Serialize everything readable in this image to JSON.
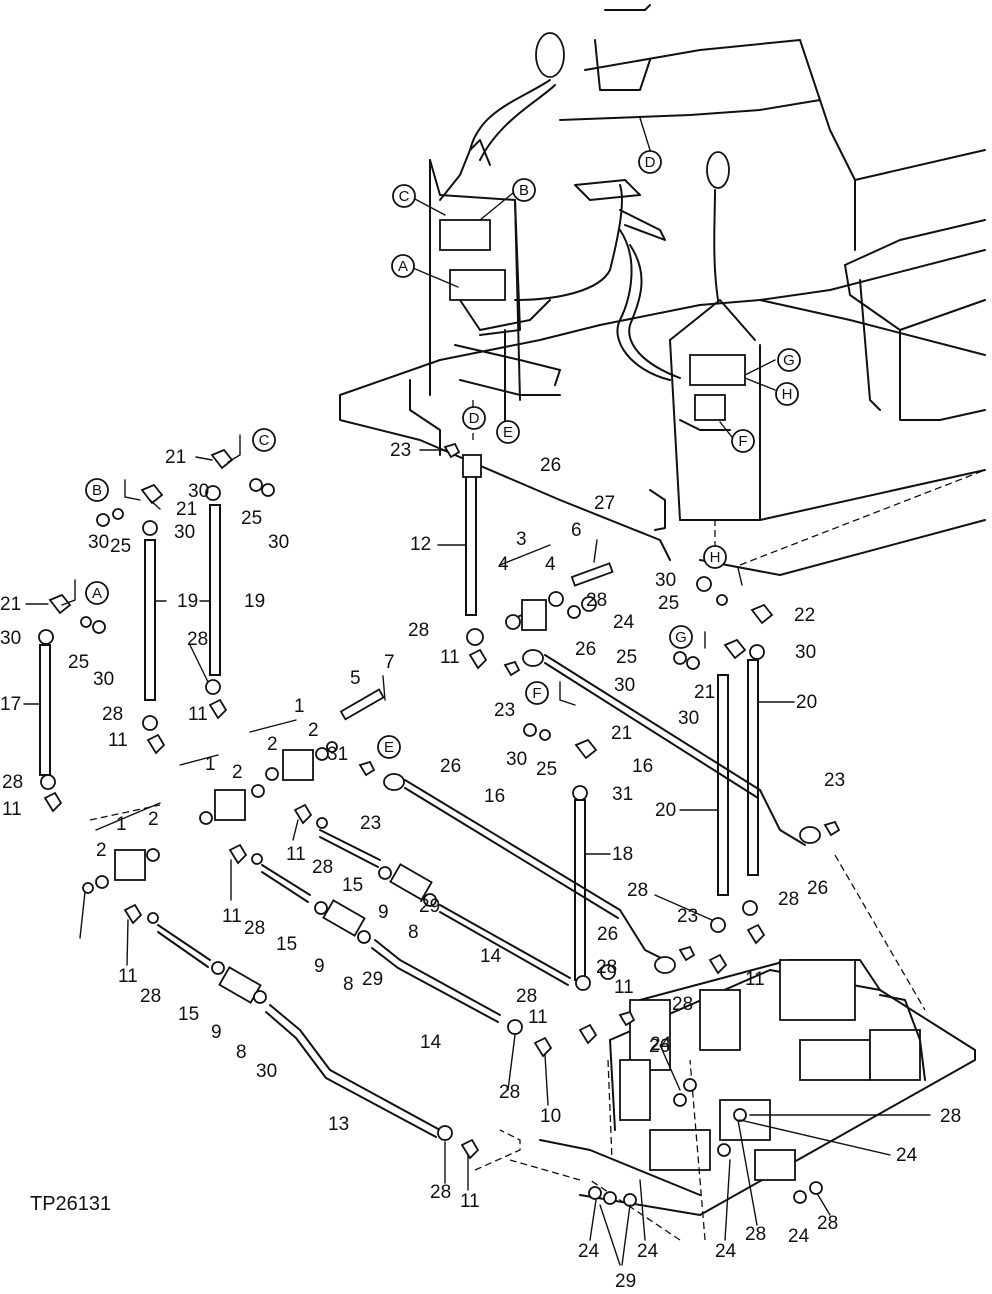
{
  "figure_id": "TP26131",
  "reference_letters": [
    "A",
    "B",
    "C",
    "D",
    "E",
    "F",
    "G",
    "H"
  ],
  "labels": [
    "1",
    "1",
    "1",
    "2",
    "2",
    "2",
    "2",
    "2",
    "3",
    "4",
    "4",
    "5",
    "6",
    "7",
    "8",
    "8",
    "8",
    "9",
    "9",
    "9",
    "10",
    "11",
    "11",
    "11",
    "11",
    "11",
    "11",
    "11",
    "11",
    "11",
    "11",
    "11",
    "12",
    "13",
    "14",
    "14",
    "15",
    "15",
    "15",
    "16",
    "16",
    "17",
    "18",
    "19",
    "19",
    "20",
    "20",
    "21",
    "21",
    "21",
    "21",
    "21",
    "22",
    "23",
    "23",
    "23",
    "23",
    "23",
    "24",
    "24",
    "24",
    "24",
    "24",
    "24",
    "24",
    "25",
    "25",
    "25",
    "25",
    "25",
    "25",
    "26",
    "26",
    "26",
    "26",
    "26",
    "26",
    "27",
    "28",
    "28",
    "28",
    "28",
    "28",
    "28",
    "28",
    "28",
    "28",
    "28",
    "28",
    "28",
    "28",
    "28",
    "28",
    "28",
    "28",
    "28",
    "29",
    "29",
    "29",
    "30",
    "30",
    "30",
    "30",
    "30",
    "30",
    "30",
    "30",
    "30",
    "30",
    "30",
    "30",
    "31",
    "31"
  ]
}
